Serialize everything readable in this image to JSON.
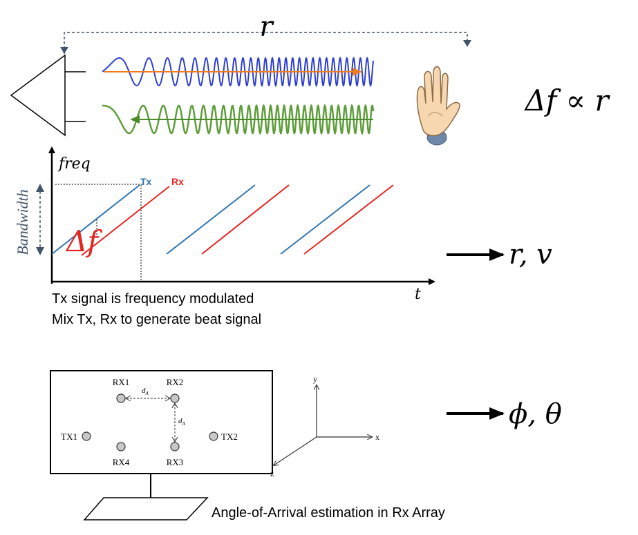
{
  "top": {
    "distance_label": "r",
    "relation_label": "Δf ∝ r"
  },
  "chirp": {
    "y_axis_label": "freq",
    "x_axis_label": "t",
    "bandwidth_label": "Bandwidth",
    "tx_label": "Tx",
    "rx_label": "Rx",
    "delta_f_label": "Δf",
    "caption_line1": "Tx signal is frequency modulated",
    "caption_line2": "Mix Tx, Rx to generate beat signal",
    "output_label": "r, v",
    "colors": {
      "tx": "#2e75b6",
      "rx": "#e8231e"
    }
  },
  "array": {
    "rx1": "RX1",
    "rx2": "RX2",
    "rx3": "RX3",
    "rx4": "RX4",
    "tx1": "TX1",
    "tx2": "TX2",
    "spacing_h": "d",
    "spacing_h_sub": "A",
    "spacing_v": "d",
    "spacing_v_sub": "A",
    "axis_x": "x",
    "axis_y": "y",
    "axis_z": "z",
    "caption": "Angle-of-Arrival estimation in Rx Array",
    "output_label": "ϕ, θ"
  },
  "waves": {
    "tx_color": "#2f3fd0",
    "rx_color": "#5e9e3a",
    "tx_arrow_color": "#f07c1c",
    "rx_arrow_color": "#4a8c2a"
  }
}
